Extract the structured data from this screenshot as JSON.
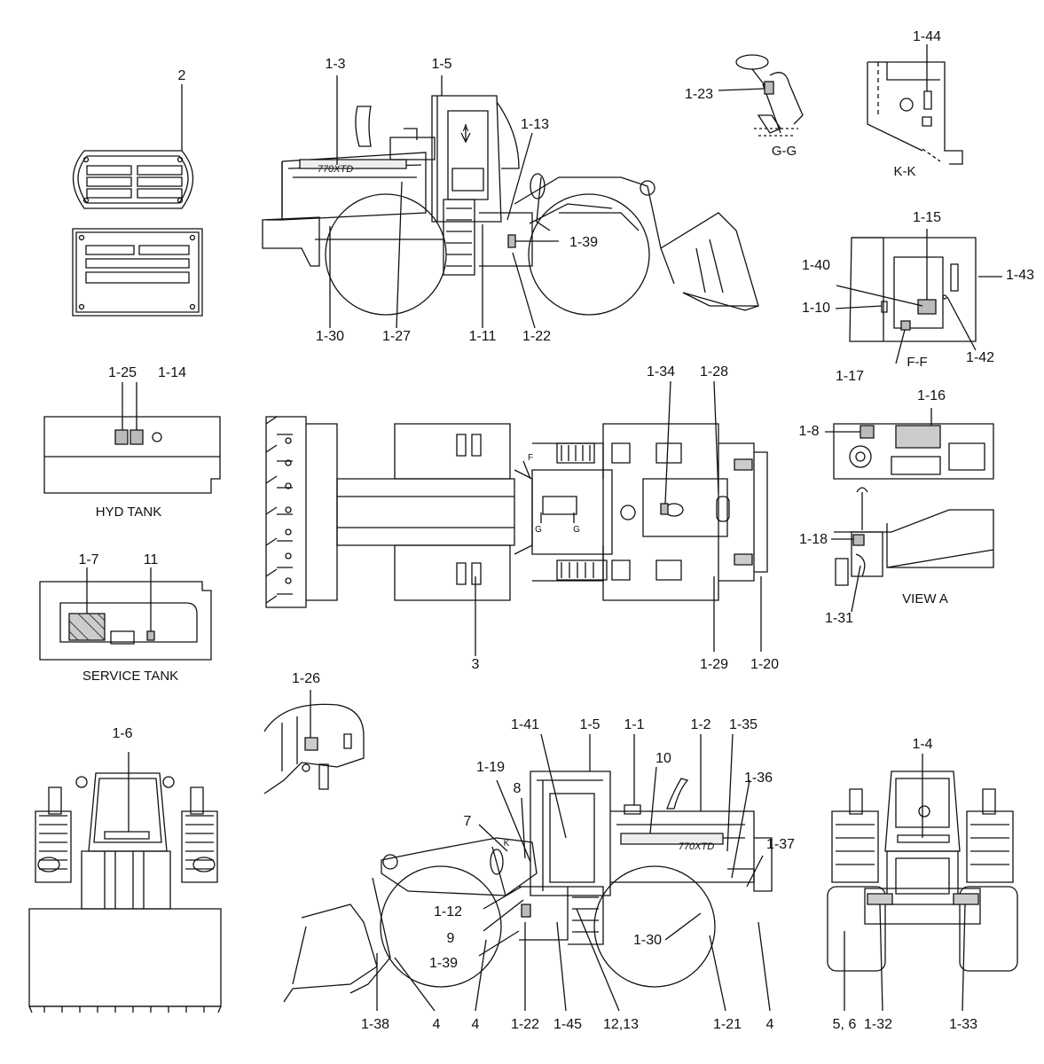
{
  "callouts": {
    "c2": "2",
    "c1_25": "1-25",
    "c1_14": "1-14",
    "c1_7": "1-7",
    "c11": "11",
    "c1_6": "1-6",
    "c1_3": "1-3",
    "c1_5a": "1-5",
    "c1_13a": "1-13",
    "c1_39a": "1-39",
    "c1_30a": "1-30",
    "c1_27": "1-27",
    "c1_11": "1-11",
    "c1_22a": "1-22",
    "c1_23": "1-23",
    "c1_44": "1-44",
    "c1_15": "1-15",
    "c1_40": "1-40",
    "c1_43": "1-43",
    "c1_10": "1-10",
    "c1_42": "1-42",
    "c1_17": "1-17",
    "c1_34": "1-34",
    "c1_28": "1-28",
    "c3": "3",
    "c1_29": "1-29",
    "c1_20": "1-20",
    "c1_16": "1-16",
    "c1_8": "1-8",
    "c1_18": "1-18",
    "c1_31": "1-31",
    "c1_26": "1-26",
    "c1_41": "1-41",
    "c1_5b": "1-5",
    "c1_1": "1-1",
    "c1_2": "1-2",
    "c1_35": "1-35",
    "c10": "10",
    "c1_36": "1-36",
    "c1_19": "1-19",
    "c8": "8",
    "c7": "7",
    "c1_37": "1-37",
    "c1_12": "1-12",
    "c9": "9",
    "c1_39b": "1-39",
    "c1_30b": "1-30",
    "c1_38": "1-38",
    "c4a": "4",
    "c4b": "4",
    "c1_22b": "1-22",
    "c1_45": "1-45",
    "c12_13": "12,13",
    "c1_21": "1-21",
    "c4c": "4",
    "c1_4": "1-4",
    "c5_6": "5, 6",
    "c1_32": "1-32",
    "c1_33": "1-33"
  },
  "captions": {
    "hyd_tank": "HYD TANK",
    "service_tank": "SERVICE TANK",
    "gg": "G-G",
    "kk": "K-K",
    "ff": "F-F",
    "view_a": "VIEW A"
  },
  "drawing_text": {
    "model_side": "770XTD",
    "model_side2": "770XTD",
    "view_a_mark": "A",
    "k_mark": "K",
    "f_mark": "F",
    "g_left": "G",
    "g_right": "G"
  }
}
